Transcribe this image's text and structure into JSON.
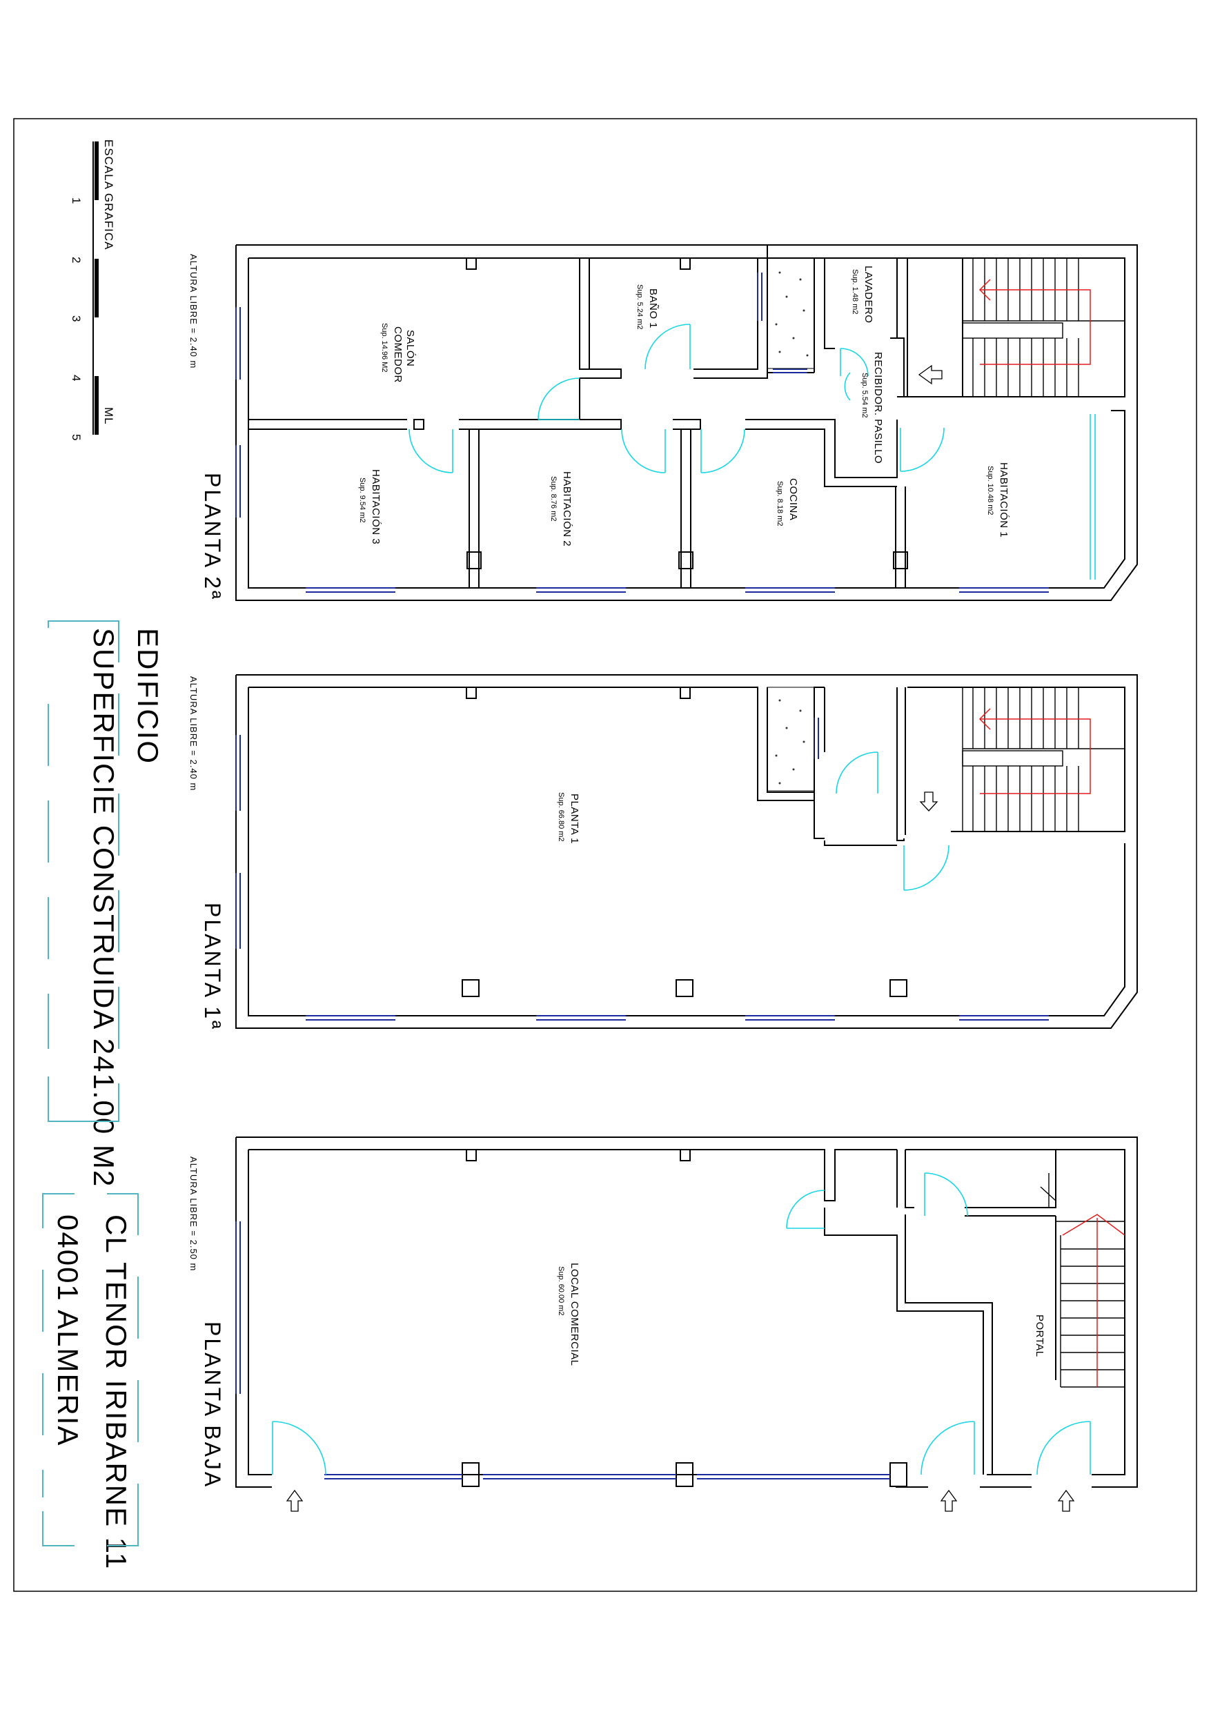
{
  "scale": {
    "title": "ESCALA GRAFICA",
    "ticks": [
      "1",
      "2",
      "3",
      "4",
      "5"
    ],
    "unit": "ML"
  },
  "summary": {
    "building": "EDIFICIO",
    "area": "SUPERFICIE CONSTRUIDA 241.00 M2"
  },
  "address": {
    "street": "CL TENOR IRIBARNE 11",
    "city": "04001 ALMERIA"
  },
  "plans": {
    "second": {
      "title": "PLANTA 2ª",
      "height": "ALTURA LIBRE = 2.40 m",
      "rooms": {
        "salon": {
          "name1": "SALÓN",
          "name2": "COMEDOR",
          "area": "Sup. 14.96 M2"
        },
        "bano": {
          "name": "BAÑO 1",
          "area": "Sup. 5.24 m2"
        },
        "lavadero": {
          "name": "LAVADERO",
          "area": "Sup. 1.48 m2"
        },
        "recibidor": {
          "name": "RECIBIDOR. PASILLO",
          "area": "Sup. 5.54 m2"
        },
        "hab3": {
          "name": "HABITACIÓN 3",
          "area": "Sup. 9.54 m2"
        },
        "hab2": {
          "name": "HABITACIÓN 2",
          "area": "Sup. 8.76 m2"
        },
        "cocina": {
          "name": "COCINA",
          "area": "Sup. 8.18 m2"
        },
        "hab1": {
          "name": "HABITACIÓN 1",
          "area": "Sup. 10.48 m2"
        }
      }
    },
    "first": {
      "title": "PLANTA 1ª",
      "height": "ALTURA LIBRE = 2.40 m",
      "rooms": {
        "planta1": {
          "name": "PLANTA 1",
          "area": "Sup. 66.80 m2"
        }
      }
    },
    "ground": {
      "title": "PLANTA BAJA",
      "height": "ALTURA LIBRE = 2.50 m",
      "rooms": {
        "local": {
          "name": "LOCAL COMERCIAL",
          "area": "Sup. 60.00 m2"
        },
        "portal": {
          "name": "PORTAL"
        }
      }
    }
  },
  "colors": {
    "walls": "#000000",
    "windows": "#1b2a9c",
    "doors": "#19d6e3",
    "stair_arrow": "#e31b1b",
    "frame": "#4fb5c2"
  }
}
